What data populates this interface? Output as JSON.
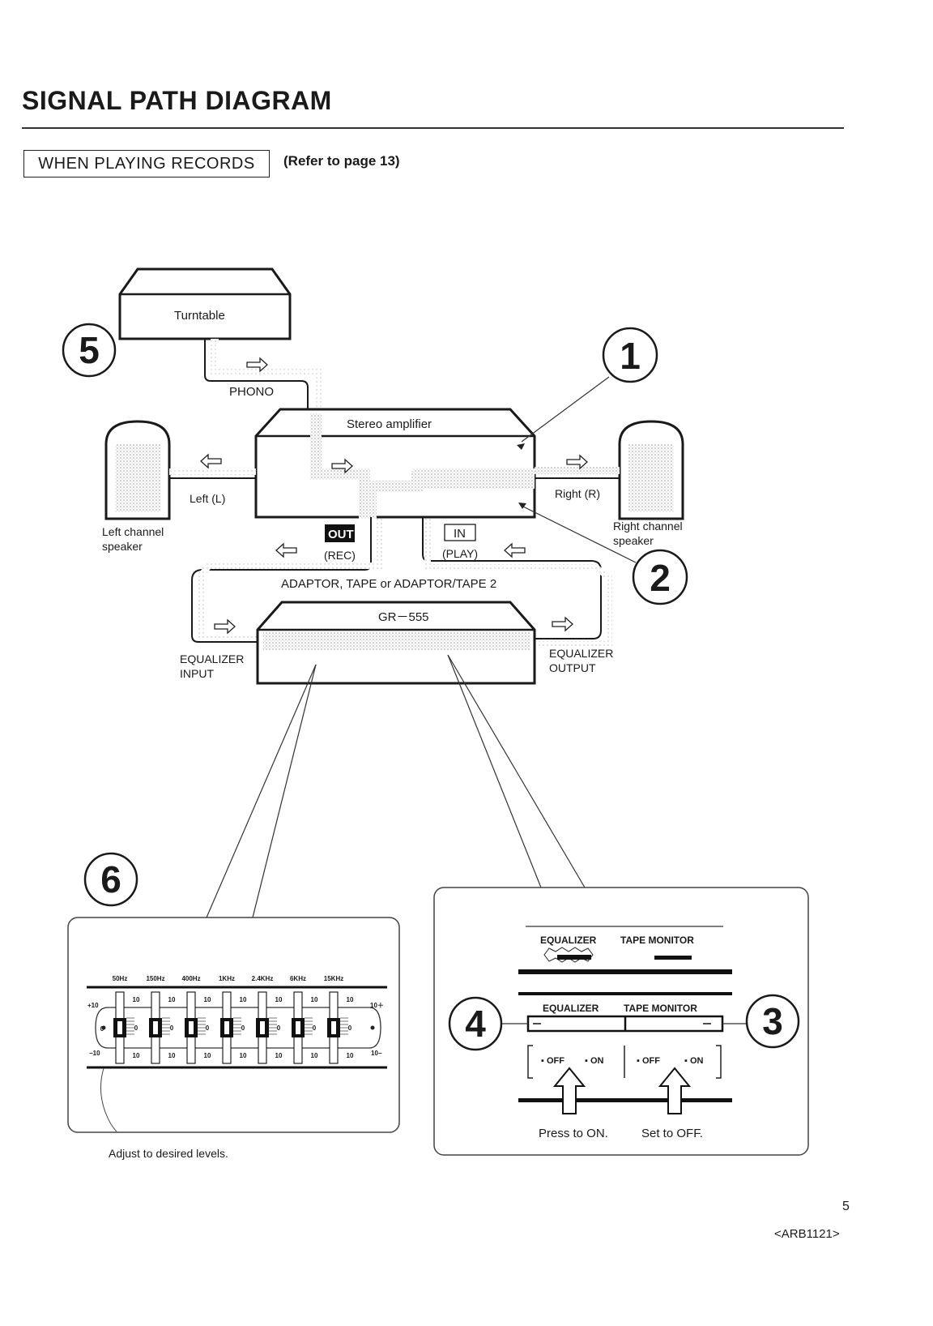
{
  "page_title": "SIGNAL PATH DIAGRAM",
  "section": {
    "label": "WHEN PLAYING RECORDS",
    "reference": "(Refer to page 13)"
  },
  "diagram": {
    "components": {
      "turntable": "Turntable",
      "amplifier": "Stereo amplifier",
      "equalizer": "GR－555"
    },
    "connections": {
      "phono": "PHONO",
      "left": "Left (L)",
      "right": "Right (R)",
      "out": "OUT",
      "rec": "(REC)",
      "in": "IN",
      "play": "(PLAY)",
      "adaptor": "ADAPTOR, TAPE or ADAPTOR/TAPE 2",
      "eq_input_1": "EQUALIZER",
      "eq_input_2": "INPUT",
      "eq_output_1": "EQUALIZER",
      "eq_output_2": "OUTPUT"
    },
    "speakers": {
      "left_1": "Left channel",
      "left_2": "speaker",
      "right_1": "Right channel",
      "right_2": "speaker"
    },
    "callouts": [
      "5",
      "1",
      "2",
      "6",
      "4",
      "3"
    ],
    "eq_panel": {
      "frequencies": [
        "50Hz",
        "150Hz",
        "400Hz",
        "1KHz",
        "2.4KHz",
        "6KHz",
        "15KHz"
      ],
      "scale_top": "+10",
      "scale_mid": "0",
      "scale_bottom": "−10",
      "slider_top": "10",
      "slider_mid": "0",
      "slider_bottom": "10",
      "scale_top_right": "10＋",
      "scale_bottom_right": "10−",
      "caption": "Adjust to desired levels."
    },
    "monitor_panel": {
      "header_top_left": "EQUALIZER",
      "header_top_right": "TAPE MONITOR",
      "header_bottom_left": "EQUALIZER",
      "header_bottom_right": "TAPE MONITOR",
      "switch_off": "▪ OFF",
      "switch_on": "▪ ON",
      "caption_left": "Press to ON.",
      "caption_right": "Set to OFF."
    }
  },
  "page_number": "5",
  "document_code": "<ARB1121>"
}
